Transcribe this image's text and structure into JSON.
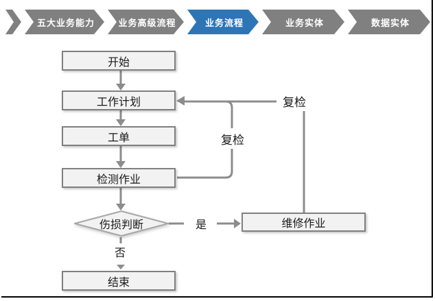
{
  "nav": {
    "active_color": "#2E75B6",
    "inactive_color": "#808080",
    "text_color": "#FFFFFF",
    "items": [
      {
        "label": "五大业务能力",
        "active": false
      },
      {
        "label": "业务高级流程",
        "active": false
      },
      {
        "label": "业务流程",
        "active": true
      },
      {
        "label": "业务实体",
        "active": false
      },
      {
        "label": "数据实体",
        "active": false
      }
    ]
  },
  "flowchart": {
    "node_fill": "#F2F2F2",
    "node_border": "#7F7F7F",
    "connector_color": "#8C8C8C",
    "nodes": {
      "start": "开始",
      "plan": "工作计划",
      "order": "工单",
      "inspect": "检测作业",
      "decision": "伤损判断",
      "repair": "维修作业",
      "end": "结束"
    },
    "edge_labels": {
      "recheck_inner": "复检",
      "recheck_outer": "复检",
      "yes": "是",
      "no": "否"
    },
    "edges": [
      {
        "from": "开始",
        "to": "工作计划",
        "label": ""
      },
      {
        "from": "工作计划",
        "to": "工单",
        "label": ""
      },
      {
        "from": "工单",
        "to": "检测作业",
        "label": ""
      },
      {
        "from": "检测作业",
        "to": "伤损判断",
        "label": ""
      },
      {
        "from": "检测作业",
        "to": "工作计划",
        "label": "复检"
      },
      {
        "from": "伤损判断",
        "to": "维修作业",
        "label": "是"
      },
      {
        "from": "伤损判断",
        "to": "结束",
        "label": "否"
      },
      {
        "from": "维修作业",
        "to": "工作计划",
        "label": "复检"
      }
    ]
  }
}
